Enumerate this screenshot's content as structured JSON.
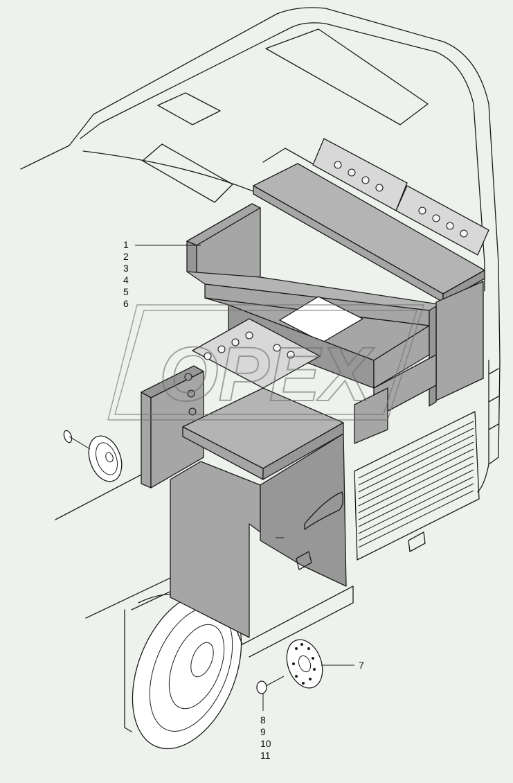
{
  "callouts": {
    "c1": "1",
    "c2": "2",
    "c3": "3",
    "c4": "4",
    "c5": "5",
    "c6": "6",
    "c7": "7",
    "c8": "8",
    "c9": "9",
    "c10": "10",
    "c11": "11"
  },
  "watermark": {
    "text": "OPEX"
  },
  "colors": {
    "background": "#eef2ec",
    "panel": "#a6a6a6",
    "outline": "#1a1a1a"
  }
}
